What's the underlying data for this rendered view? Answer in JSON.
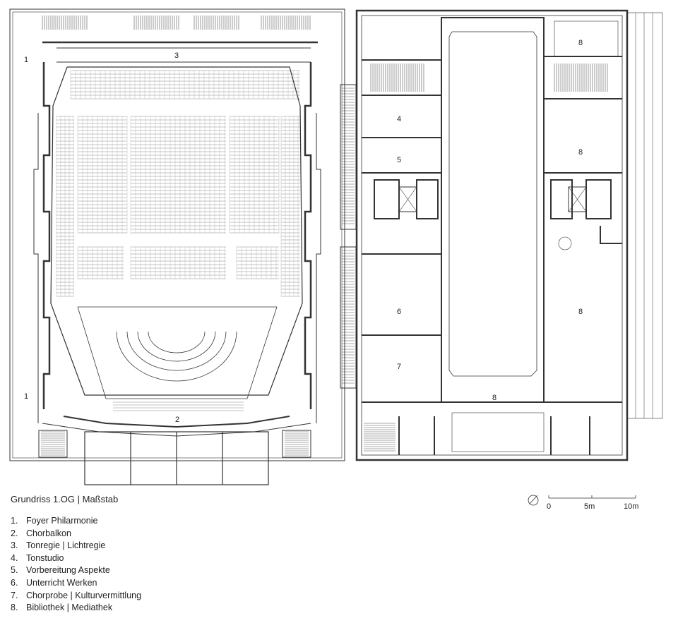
{
  "caption": "Grundriss 1.OG | Maßstab",
  "room_labels": [
    {
      "id": "1a",
      "text": "1"
    },
    {
      "id": "1b",
      "text": "1"
    },
    {
      "id": "2",
      "text": "2"
    },
    {
      "id": "3",
      "text": "3"
    },
    {
      "id": "4",
      "text": "4"
    },
    {
      "id": "5",
      "text": "5"
    },
    {
      "id": "6",
      "text": "6"
    },
    {
      "id": "7",
      "text": "7"
    },
    {
      "id": "8a",
      "text": "8"
    },
    {
      "id": "8b",
      "text": "8"
    },
    {
      "id": "8c",
      "text": "8"
    },
    {
      "id": "8d",
      "text": "8"
    }
  ],
  "legend": [
    {
      "num": "1.",
      "label": "Foyer Philarmonie"
    },
    {
      "num": "2.",
      "label": "Chorbalkon"
    },
    {
      "num": "3.",
      "label": "Tonregie | Lichtregie"
    },
    {
      "num": "4.",
      "label": "Tonstudio"
    },
    {
      "num": "5.",
      "label": "Vorbereitung Aspekte"
    },
    {
      "num": "6.",
      "label": "Unterricht Werken"
    },
    {
      "num": "7.",
      "label": "Chorprobe | Kulturvermittlung"
    },
    {
      "num": "8.",
      "label": "Bibliothek | Mediathek"
    }
  ],
  "scale": {
    "ticks": [
      "0",
      "5m",
      "10m"
    ]
  }
}
